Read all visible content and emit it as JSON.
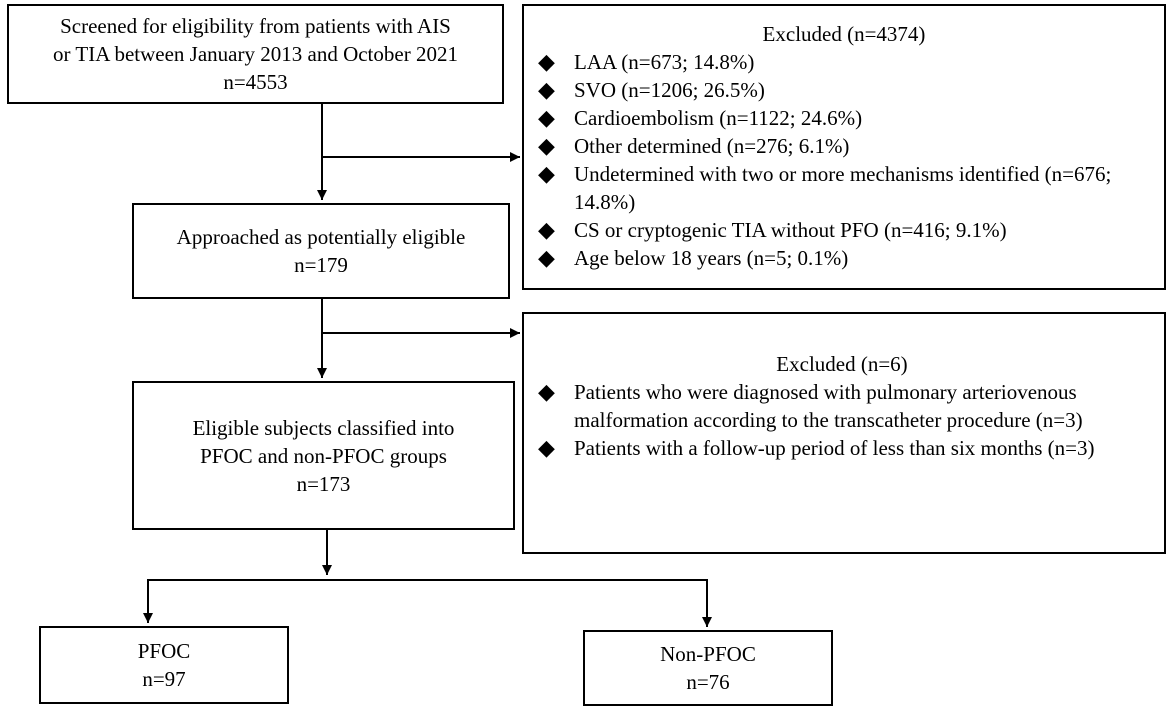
{
  "nodes": {
    "screened": {
      "lines": [
        "Screened for eligibility from patients with AIS",
        "or TIA between January 2013 and October 2021",
        "n=4553"
      ]
    },
    "approached": {
      "lines": [
        "Approached as potentially eligible",
        "n=179"
      ]
    },
    "eligible": {
      "lines": [
        "Eligible subjects classified into",
        "PFOC and non-PFOC groups",
        "n=173"
      ]
    },
    "pfoc": {
      "lines": [
        "PFOC",
        "n=97"
      ]
    },
    "nonpfoc": {
      "lines": [
        "Non-PFOC",
        "n=76"
      ]
    }
  },
  "exclusion1": {
    "title": "Excluded (n=4374)",
    "items": [
      "LAA (n=673; 14.8%)",
      "SVO (n=1206; 26.5%)",
      "Cardioembolism (n=1122; 24.6%)",
      "Other determined (n=276; 6.1%)",
      "Undetermined with two or more mechanisms identified (n=676; 14.8%)",
      "CS or cryptogenic TIA without PFO (n=416; 9.1%)",
      "Age below 18 years (n=5; 0.1%)"
    ]
  },
  "exclusion2": {
    "title": "Excluded (n=6)",
    "items": [
      "Patients who were diagnosed with pulmonary arteriovenous malformation according to the transcatheter procedure (n=3)",
      "Patients with a follow-up period of less than six months (n=3)"
    ]
  },
  "bullet_symbol": "◆"
}
